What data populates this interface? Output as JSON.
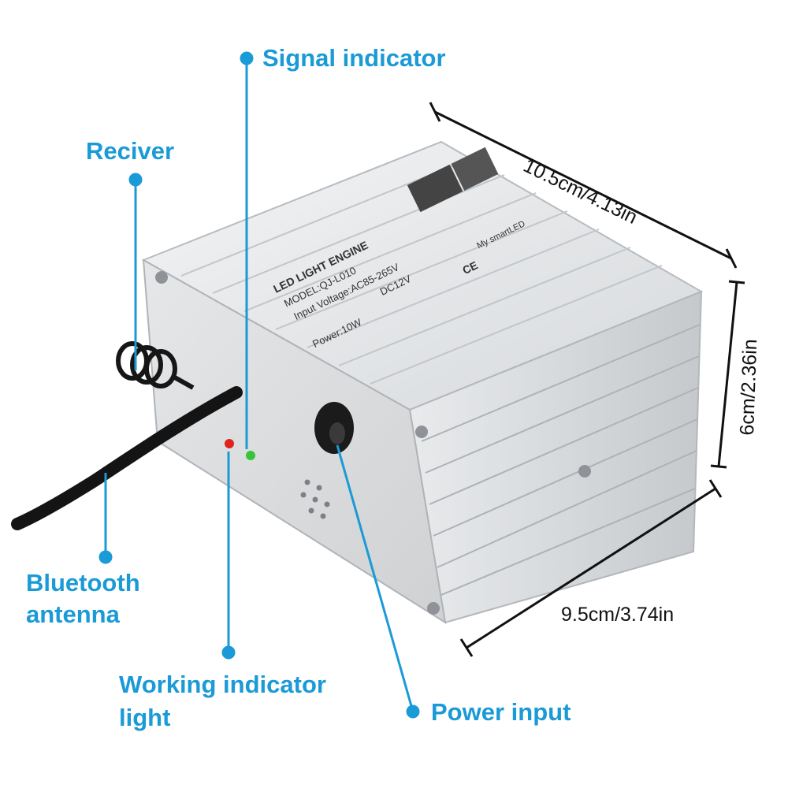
{
  "callouts": {
    "signal_indicator": "Signal indicator",
    "receiver": "Reciver",
    "bluetooth_antenna_line1": "Bluetooth",
    "bluetooth_antenna_line2": "antenna",
    "working_indicator_line1": "Working indicator",
    "working_indicator_line2": "light",
    "power_input": "Power input"
  },
  "dimensions": {
    "length": "10.5cm/4.13in",
    "height": "6cm/2.36in",
    "width": "9.5cm/3.74in"
  },
  "device_label": {
    "title": "LED LIGHT ENGINE",
    "model": "MODEL:QJ-L010",
    "input_voltage": "Input Voltage:AC85-265V",
    "output": "DC12V",
    "power": "Power:10W",
    "app": "My smartLED",
    "ce_mark": "CE"
  },
  "colors": {
    "callout_blue": "#1a9ad6",
    "housing_silver": "#d9dcdf",
    "led_red": "#e0241b",
    "led_green": "#37c43a"
  }
}
